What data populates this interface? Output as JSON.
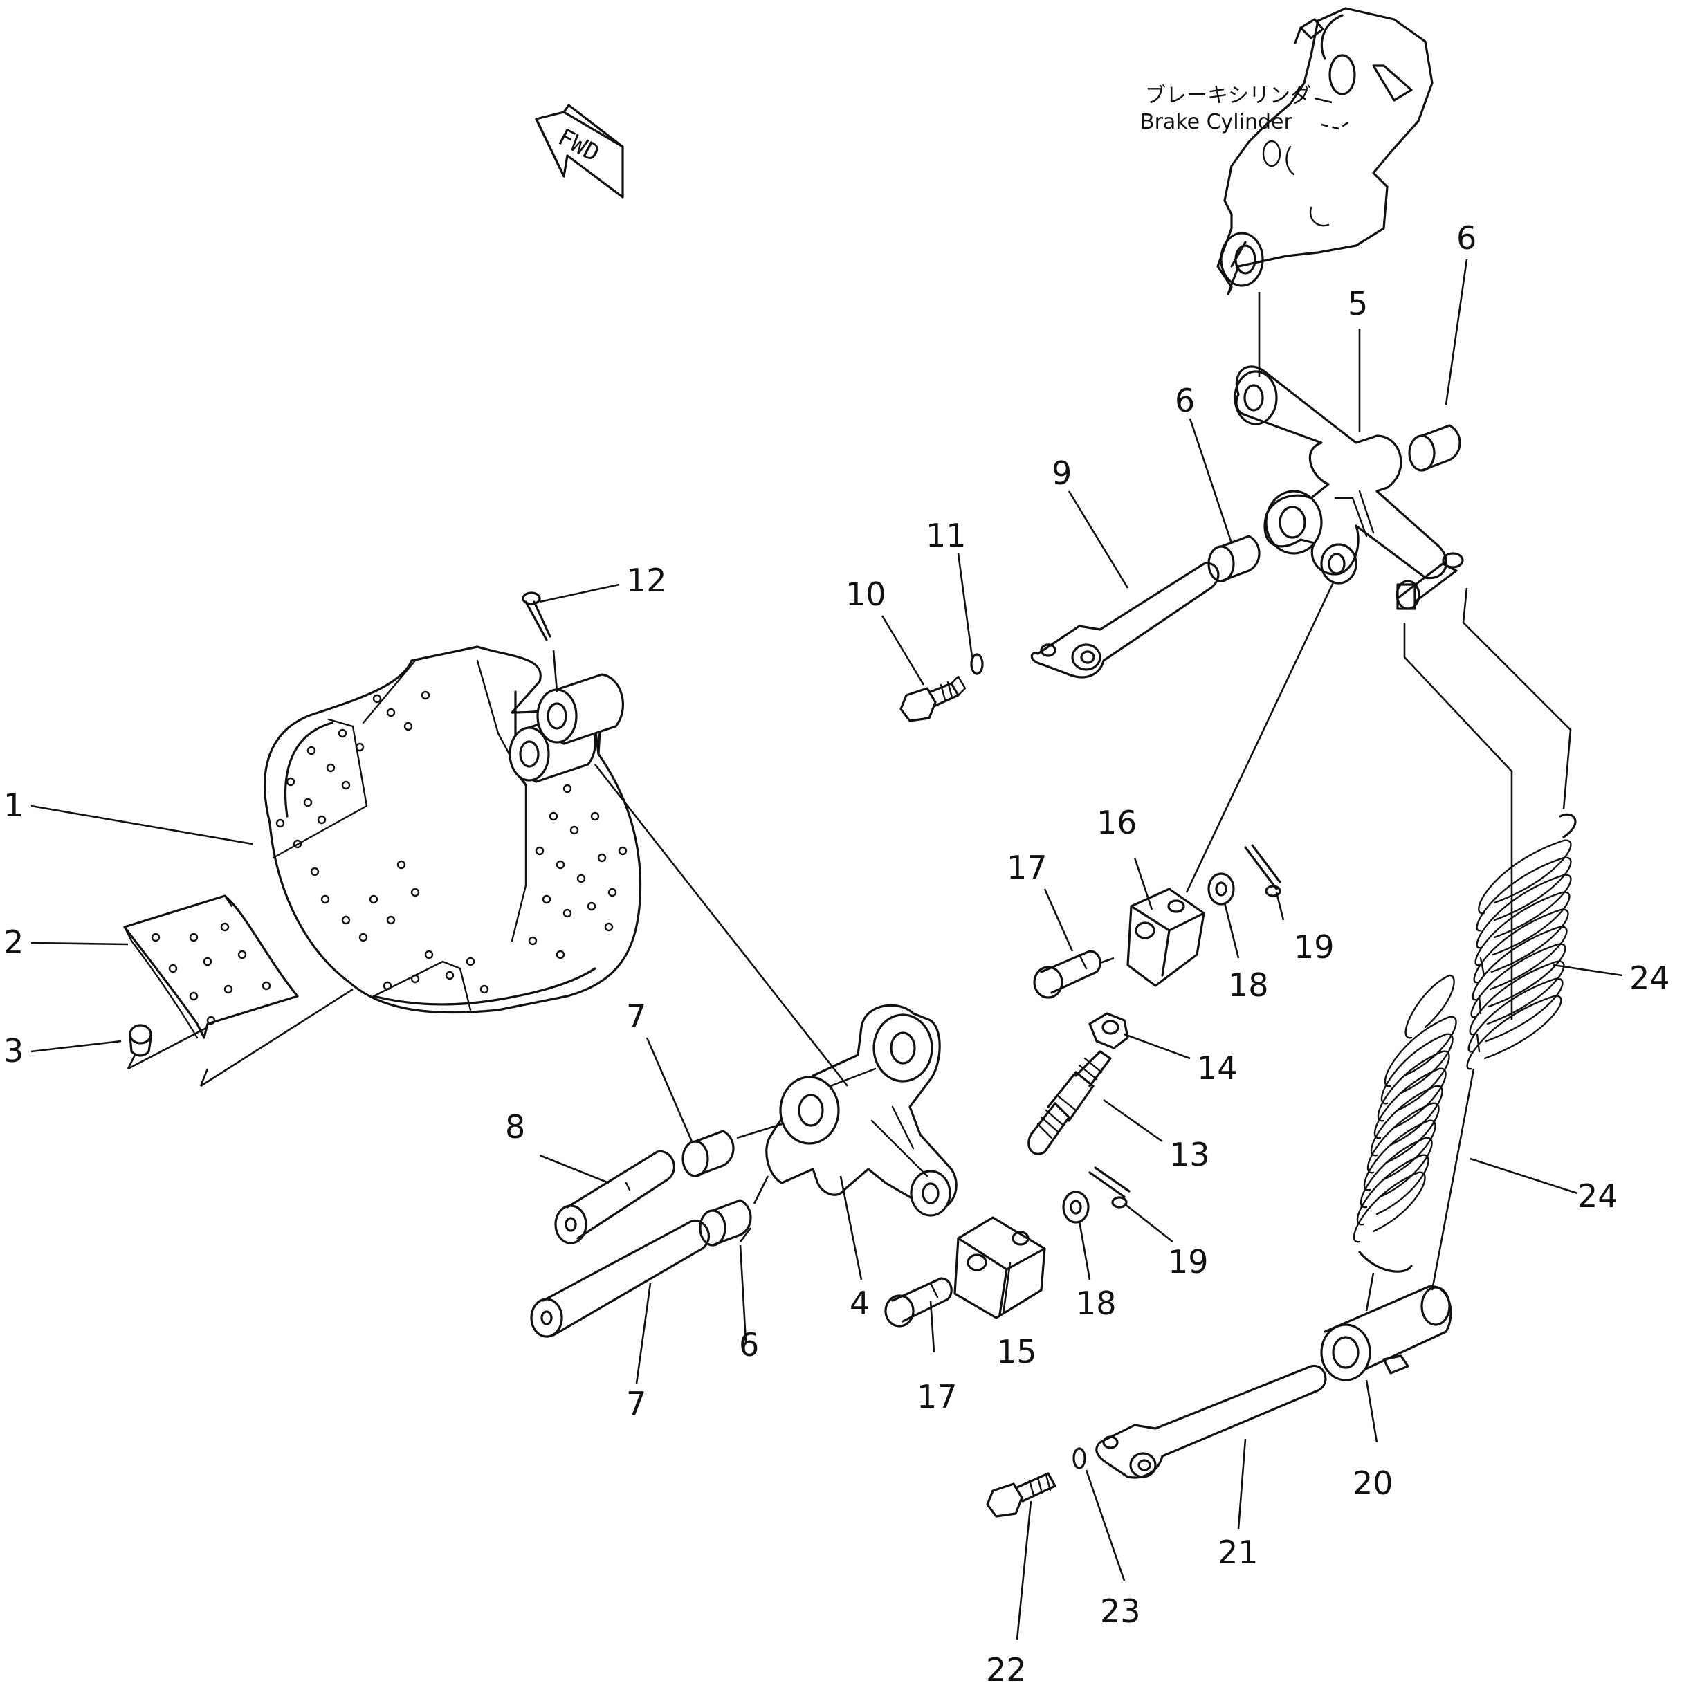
{
  "labels": {
    "brake_cylinder_jp": "ブレーキシリンダ",
    "brake_cylinder_en": "Brake Cylinder",
    "fwd": "FWD"
  },
  "callouts": [
    {
      "id": "c1",
      "text": "1"
    },
    {
      "id": "c2",
      "text": "2"
    },
    {
      "id": "c3",
      "text": "3"
    },
    {
      "id": "c4",
      "text": "4"
    },
    {
      "id": "c5",
      "text": "5"
    },
    {
      "id": "c6a",
      "text": "6"
    },
    {
      "id": "c6b",
      "text": "6"
    },
    {
      "id": "c6c",
      "text": "6"
    },
    {
      "id": "c7a",
      "text": "7"
    },
    {
      "id": "c7b",
      "text": "7"
    },
    {
      "id": "c8",
      "text": "8"
    },
    {
      "id": "c9",
      "text": "9"
    },
    {
      "id": "c10",
      "text": "10"
    },
    {
      "id": "c11",
      "text": "11"
    },
    {
      "id": "c12",
      "text": "12"
    },
    {
      "id": "c13",
      "text": "13"
    },
    {
      "id": "c14",
      "text": "14"
    },
    {
      "id": "c15",
      "text": "15"
    },
    {
      "id": "c16",
      "text": "16"
    },
    {
      "id": "c17a",
      "text": "17"
    },
    {
      "id": "c17b",
      "text": "17"
    },
    {
      "id": "c18a",
      "text": "18"
    },
    {
      "id": "c18b",
      "text": "18"
    },
    {
      "id": "c19a",
      "text": "19"
    },
    {
      "id": "c19b",
      "text": "19"
    },
    {
      "id": "c20",
      "text": "20"
    },
    {
      "id": "c21",
      "text": "21"
    },
    {
      "id": "c22",
      "text": "22"
    },
    {
      "id": "c23",
      "text": "23"
    },
    {
      "id": "c24a",
      "text": "24"
    },
    {
      "id": "c24b",
      "text": "24"
    }
  ]
}
